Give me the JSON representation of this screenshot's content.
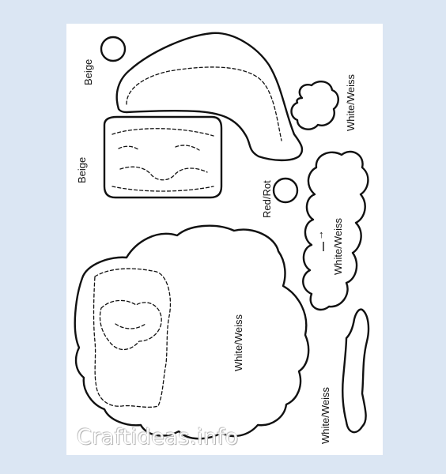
{
  "labels": {
    "beige_top": "Beige",
    "beige_face": "Beige",
    "white_pompom": "White/Weiss",
    "red_nose": "Red/Rot",
    "white_brim": "White/Weiss",
    "white_beard": "White/Weiss",
    "white_mustache": "White/Weiss"
  },
  "arrow_glyph": "↑",
  "watermark": "Craftideas.info",
  "colors": {
    "line": "#111111",
    "frame": "#dbe6f3",
    "paper": "#ffffff"
  }
}
